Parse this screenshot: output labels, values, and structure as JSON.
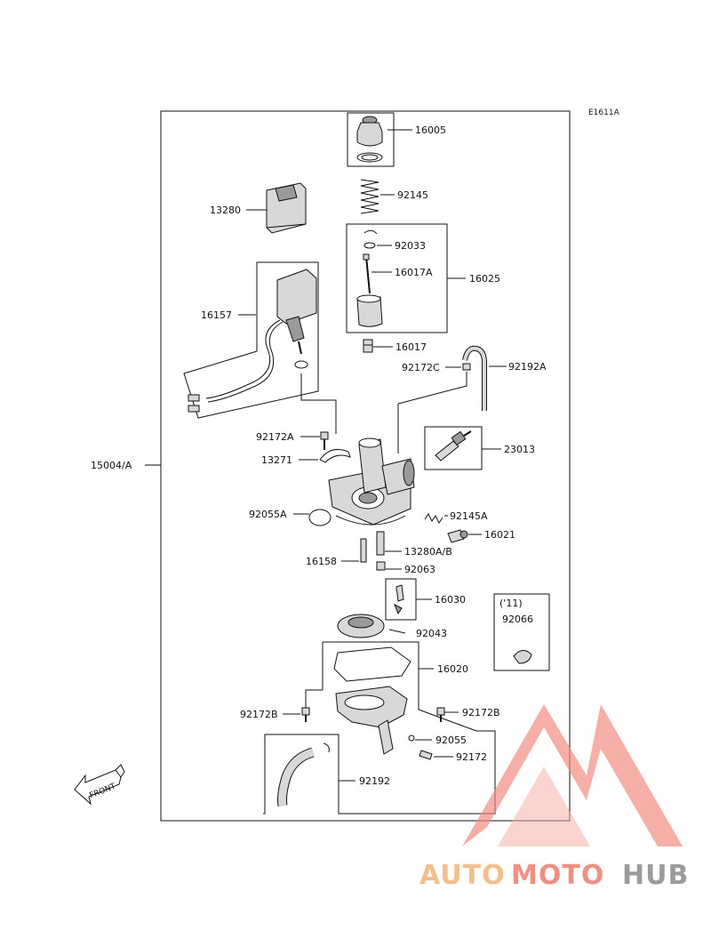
{
  "diagram_code": "E1611A",
  "assembly_label": "15004/A",
  "front_arrow_label": "FRONT",
  "year_note": "('11)",
  "parts": [
    {
      "id": "16005",
      "label": "16005"
    },
    {
      "id": "92145",
      "label": "92145"
    },
    {
      "id": "13280",
      "label": "13280"
    },
    {
      "id": "92033",
      "label": "92033"
    },
    {
      "id": "16017A",
      "label": "16017A"
    },
    {
      "id": "16025",
      "label": "16025"
    },
    {
      "id": "16157",
      "label": "16157"
    },
    {
      "id": "16017",
      "label": "16017"
    },
    {
      "id": "92172C",
      "label": "92172C"
    },
    {
      "id": "92192A",
      "label": "92192A"
    },
    {
      "id": "92172A",
      "label": "92172A"
    },
    {
      "id": "23013",
      "label": "23013"
    },
    {
      "id": "13271",
      "label": "13271"
    },
    {
      "id": "92055A",
      "label": "92055A"
    },
    {
      "id": "92145A",
      "label": "92145A"
    },
    {
      "id": "16021",
      "label": "16021"
    },
    {
      "id": "13280AB",
      "label": "13280A/B"
    },
    {
      "id": "16158",
      "label": "16158"
    },
    {
      "id": "92063",
      "label": "92063"
    },
    {
      "id": "16030",
      "label": "16030"
    },
    {
      "id": "92066",
      "label": "92066"
    },
    {
      "id": "92043",
      "label": "92043"
    },
    {
      "id": "16020",
      "label": "16020"
    },
    {
      "id": "92172B_left",
      "label": "92172B"
    },
    {
      "id": "92172B_right",
      "label": "92172B"
    },
    {
      "id": "92055",
      "label": "92055"
    },
    {
      "id": "92172",
      "label": "92172"
    },
    {
      "id": "92192",
      "label": "92192"
    }
  ],
  "watermark": {
    "auto": "AUTO",
    "moto": "MOTO",
    "hub": "HUB",
    "colors": {
      "auto": "#f2b57a",
      "moto": "#ee7d6f",
      "hub": "#8a8a8a",
      "triangle": "#f08a7e"
    }
  }
}
